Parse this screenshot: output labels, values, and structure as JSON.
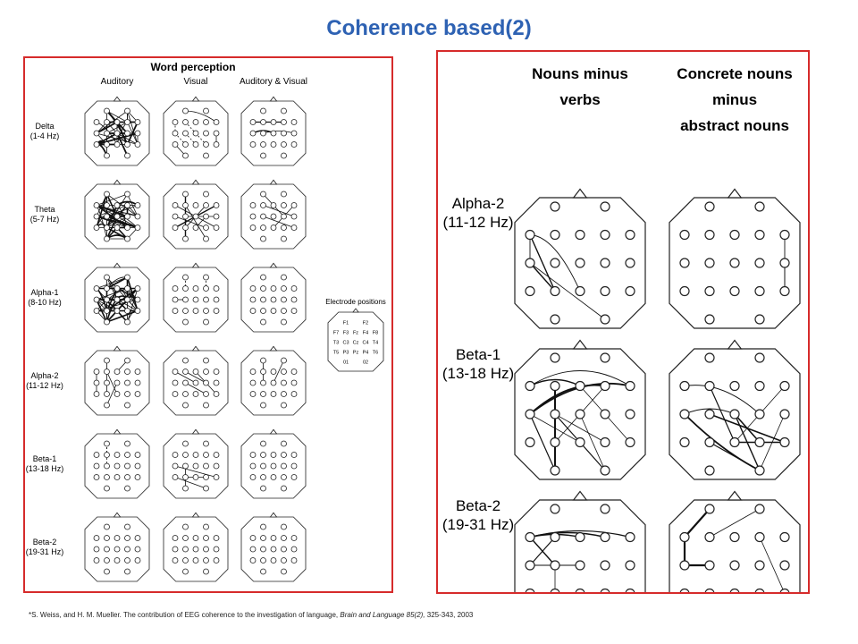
{
  "slide": {
    "title": "Coherence based(2)"
  },
  "left_panel": {
    "title": "Word perception",
    "columns": [
      "Auditory",
      "Visual",
      "Auditory & Visual"
    ],
    "rows": [
      {
        "name": "Delta",
        "range": "(1-4 Hz)"
      },
      {
        "name": "Theta",
        "range": "(5-7 Hz)"
      },
      {
        "name": "Alpha-1",
        "range": "(8-10 Hz)"
      },
      {
        "name": "Alpha-2",
        "range": "(11-12 Hz)"
      },
      {
        "name": "Beta-1",
        "range": "(13-18 Hz)"
      },
      {
        "name": "Beta-2",
        "range": "(19-31 Hz)"
      }
    ],
    "legend": {
      "title": "Electrode positions",
      "rows": [
        [
          "F1",
          "F2"
        ],
        [
          "F7",
          "F3",
          "Fz",
          "F4",
          "F8"
        ],
        [
          "T3",
          "C3",
          "Cz",
          "C4",
          "T4"
        ],
        [
          "T5",
          "P3",
          "Pz",
          "P4",
          "T6"
        ],
        [
          "01",
          "02"
        ]
      ]
    }
  },
  "right_panel": {
    "col1_lines": [
      "Nouns minus",
      "verbs"
    ],
    "col2_lines": [
      "Concrete nouns",
      "minus",
      "abstract nouns"
    ],
    "rows": [
      {
        "name": "Alpha-2",
        "range": "(11-12 Hz)"
      },
      {
        "name": "Beta-1",
        "range": "(13-18 Hz)"
      },
      {
        "name": "Beta-2",
        "range": "(19-31 Hz)"
      }
    ]
  },
  "footnote": {
    "marker": "*",
    "authors": "S. Weiss, and H. M. Mueller. The contribution of EEG coherence to the investigation of language, ",
    "journal": "Brain and Language 85(2),",
    "pages": " 325-343, 2003"
  }
}
